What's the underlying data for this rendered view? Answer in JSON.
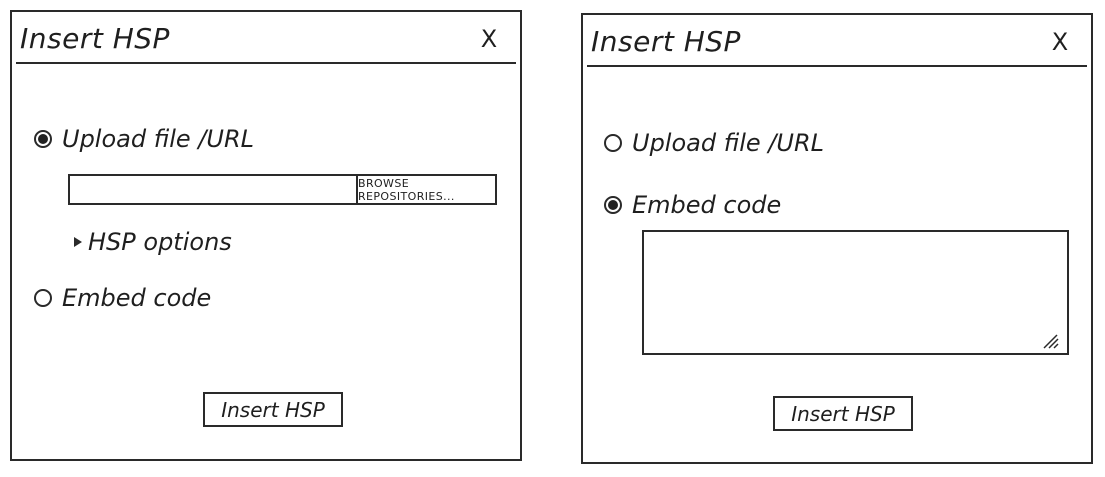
{
  "left_dialog": {
    "title": "Insert HSP",
    "close_label": "X",
    "option_upload": {
      "label": "Upload file /URL",
      "checked": true
    },
    "url_input": {
      "value": "",
      "placeholder": ""
    },
    "browse_label": "Browse repositories...",
    "hsp_options_label": "HSP options",
    "option_embed": {
      "label": "Embed code",
      "checked": false
    },
    "insert_label": "Insert HSP"
  },
  "right_dialog": {
    "title": "Insert HSP",
    "close_label": "X",
    "option_upload": {
      "label": "Upload file /URL",
      "checked": false
    },
    "option_embed": {
      "label": "Embed code",
      "checked": true
    },
    "embed_textarea": {
      "value": "",
      "placeholder": ""
    },
    "insert_label": "Insert HSP"
  },
  "icons": {
    "radio_selected": "radio-selected-icon",
    "radio_unselected": "radio-unselected-icon",
    "disclosure": "triangle-right-icon",
    "resize": "resize-grip-icon"
  }
}
